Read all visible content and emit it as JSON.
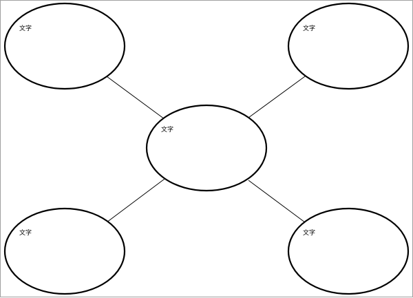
{
  "diagram": {
    "center": {
      "label": "文字"
    },
    "nodes": [
      {
        "label": "文字"
      },
      {
        "label": "文字"
      },
      {
        "label": "文字"
      },
      {
        "label": "文字"
      }
    ]
  },
  "colors": {
    "stroke": "#000000",
    "background": "#ffffff",
    "border": "#a0a0a0"
  }
}
